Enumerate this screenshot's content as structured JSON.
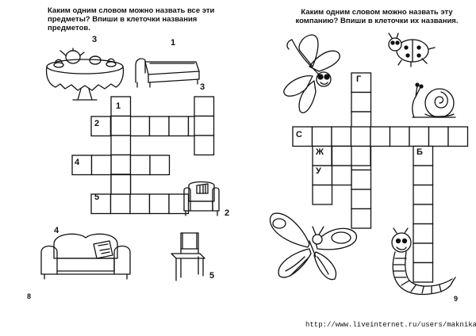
{
  "left_page": {
    "instruction": "Каким одним словом можно назвать все эти предметы? Впиши в клеточки названия предметов.",
    "page_number": "8",
    "clue_numbers": [
      "1",
      "2",
      "3",
      "4",
      "5"
    ],
    "pictures": [
      "table-with-tea-set",
      "bed",
      "armchair",
      "sofa",
      "chair"
    ],
    "picture_numbers": {
      "table": "3",
      "bed": "1",
      "armchair": "2",
      "sofa": "4",
      "chair": "5"
    }
  },
  "right_page": {
    "instruction": "Каким одним словом можно назвать эту компанию? Впиши в клеточки их названия.",
    "page_number": "9",
    "given_letters": {
      "g": "Г",
      "s": "С",
      "zh": "Ж",
      "b": "Б",
      "u": "У"
    },
    "pictures": [
      "dragonfly",
      "beetle",
      "snail",
      "butterfly",
      "caterpillar"
    ]
  },
  "footer": {
    "url": "http://www.liveinternet.ru/users/maknika/"
  }
}
